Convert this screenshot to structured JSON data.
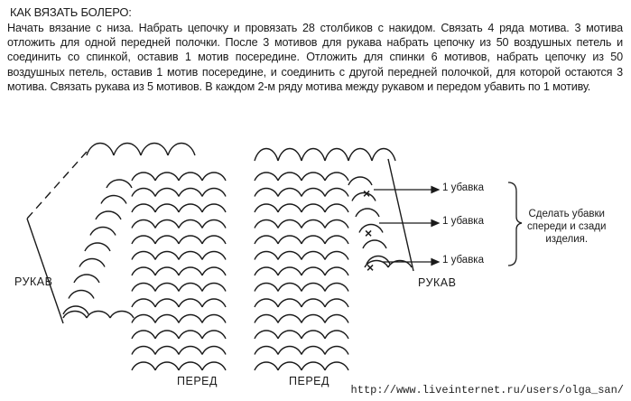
{
  "title": "КАК ВЯЗАТЬ БОЛЕРО:",
  "instructions": "Начать вязание с низа. Набрать цепочку и провязать 28 столбиков с накидом. Связать 4 ряда мотива. 3 мотива отложить для одной передней полочки. После 3 мотивов для рукава набрать цепочку из 50 воздушных петель и соединить со спинкой, оставив 1 мотив посередине. Отложить для спинки 6 мотивов, набрать цепочку из 50 воздушных петель, оставив 1 мотив посередине, и соединить с другой передней полочкой, для которой остаются 3 мотива. Связать рукава из 5 мотивов. В каждом 2-м ряду мотива между рукавом и передом убавить по 1 мотиву.",
  "diagram": {
    "sleeve_left": "РУКАВ",
    "sleeve_right": "РУКАВ",
    "front_left": "ПЕРЕД",
    "front_right": "ПЕРЕД",
    "decrease_labels": [
      "1 убавка",
      "1 убавка",
      "1 убавка"
    ],
    "decrease_marker": "×",
    "note": [
      "Сделать убавки",
      "спереди и сзади",
      "изделия."
    ]
  },
  "watermark": "http://www.liveinternet.ru/users/olga_san/"
}
